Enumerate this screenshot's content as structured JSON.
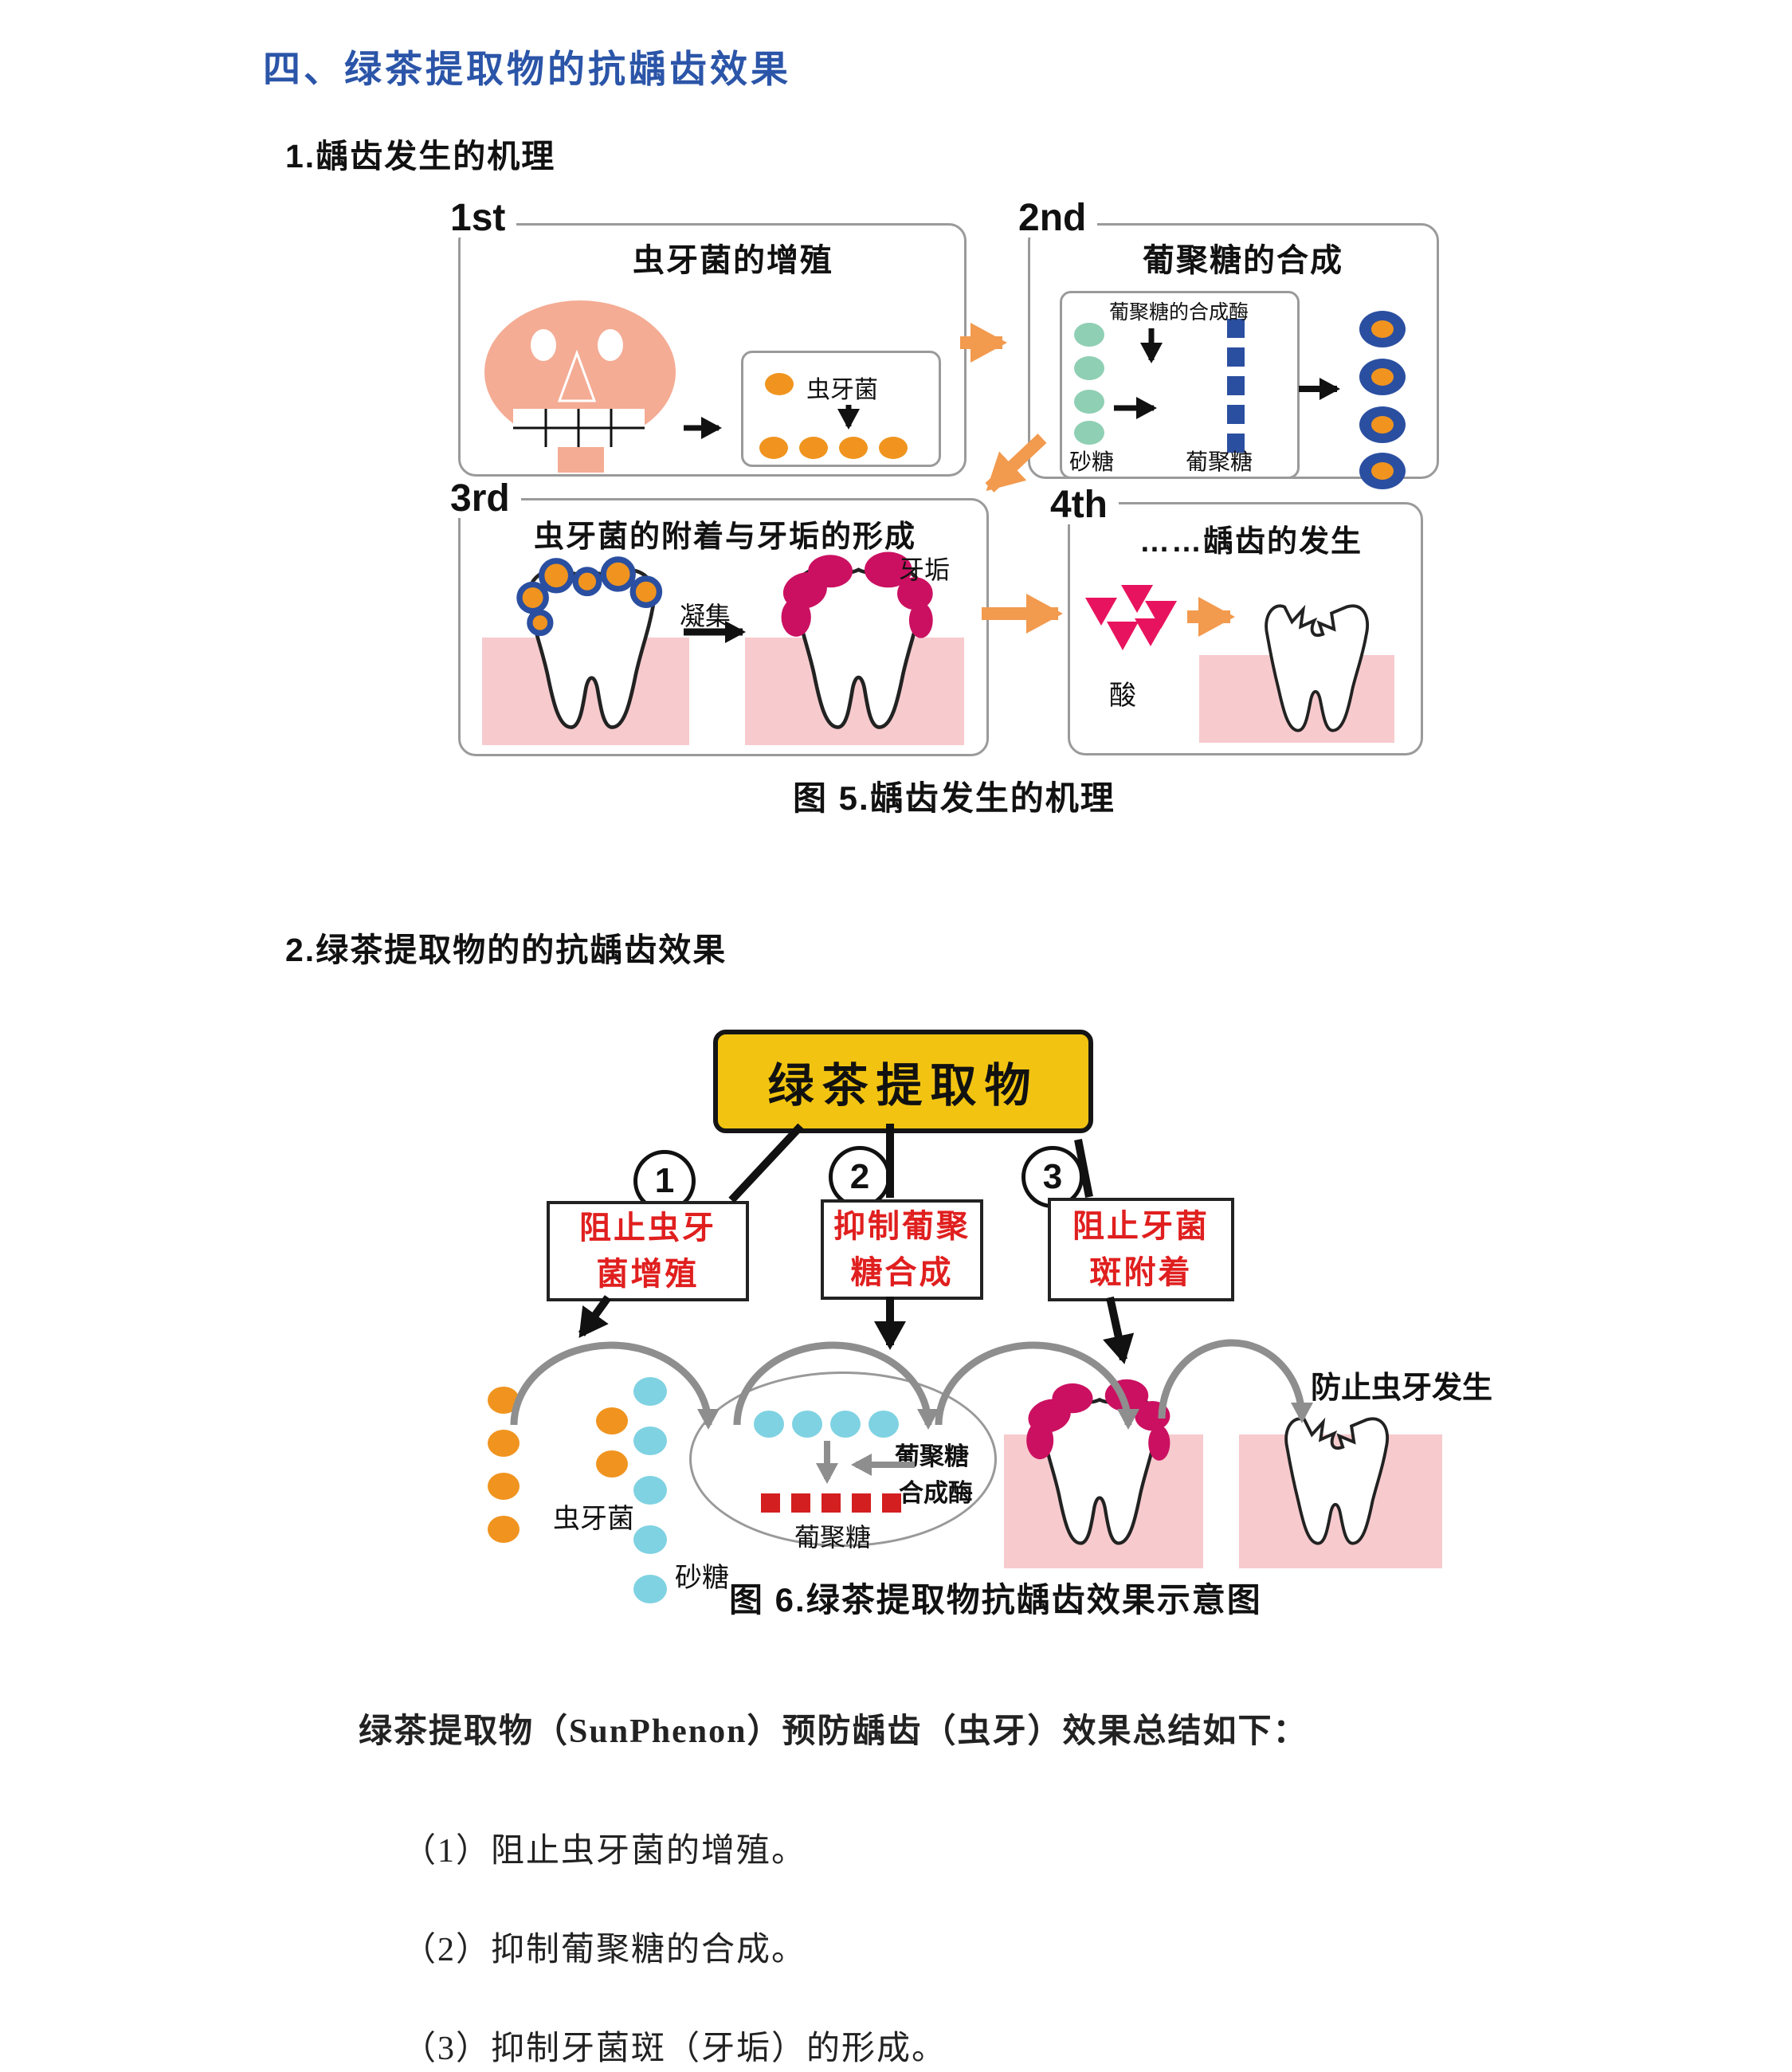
{
  "page": {
    "title": "四、绿茶提取物的抗龋齿效果",
    "heading1": "1.龋齿发生的机理",
    "heading2": "2.绿茶提取物的的抗龋齿效果",
    "summary": "绿茶提取物（SunPhenon）预防龋齿（虫牙）效果总结如下：",
    "items": [
      "（1）阻止虫牙菌的增殖。",
      "（2）抑制葡聚糖的合成。",
      "（3）抑制牙菌斑（牙垢）的形成。"
    ]
  },
  "figure5": {
    "caption": "图 5.龋齿发生的机理",
    "panels": [
      {
        "tag": "1st",
        "title": "虫牙菌的增殖"
      },
      {
        "tag": "2nd",
        "title": "葡聚糖的合成"
      },
      {
        "tag": "3rd",
        "title": "虫牙菌的附着与牙垢的形成"
      },
      {
        "tag": "4th",
        "title": "……龋齿的发生"
      }
    ],
    "labels": {
      "bacteria": "虫牙菌",
      "enzyme": "葡聚糖的合成酶",
      "sugar": "砂糖",
      "glucan": "葡聚糖",
      "aggregate": "凝集",
      "plaque": "牙垢",
      "acid": "酸"
    }
  },
  "figure6": {
    "caption": "图 6.绿茶提取物抗龋齿效果示意图",
    "source_box": "绿茶提取物",
    "steps": [
      {
        "num": "1",
        "line1": "阻止虫牙",
        "line2": "菌增殖"
      },
      {
        "num": "2",
        "line1": "抑制葡聚",
        "line2": "糖合成"
      },
      {
        "num": "3",
        "line1": "阻止牙菌",
        "line2": "斑附着"
      }
    ],
    "labels": {
      "bacteria": "虫牙菌",
      "sugar": "砂糖",
      "enzyme_line1": "葡聚糖",
      "enzyme_line2": "合成酶",
      "glucan": "葡聚糖",
      "prevent": "防止虫牙发生"
    }
  },
  "colors": {
    "heading_blue": "#2B55A8",
    "accent_orange": "#F29A4E",
    "bacteria_orange": "#F0941F",
    "teal": "#8FCFB4",
    "cyan": "#7FD2E2",
    "blue": "#2B4FA0",
    "red_square": "#D31F1F",
    "magenta": "#CB1061",
    "acid_magenta": "#E8135E",
    "gum_pink": "#F7CACD",
    "face_salmon": "#F4AC94",
    "box_yellow": "#F2C411",
    "step_red": "#E01F1F",
    "gray": "#8E8E8E"
  }
}
